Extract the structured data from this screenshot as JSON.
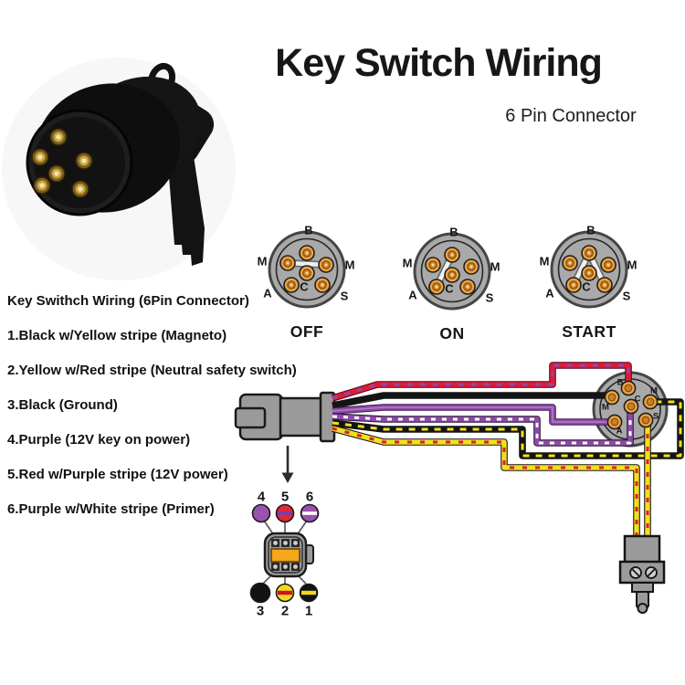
{
  "title": "Key Switch Wiring",
  "subtitle": "6 Pin Connector",
  "legend": {
    "heading": "Key Swithch Wiring (6Pin Connector)",
    "items": [
      "1.Black w/Yellow stripe (Magneto)",
      "2.Yellow w/Red stripe (Neutral safety switch)",
      "3.Black (Ground)",
      "4.Purple (12V key on power)",
      "5.Red w/Purple stripe (12V power)",
      "6.Purple w/White stripe (Primer)"
    ]
  },
  "pin_letters": {
    "b": "B",
    "m": "M",
    "a": "A",
    "s": "S",
    "c": "C"
  },
  "switch_positions": [
    {
      "label": "OFF",
      "bridged_pins": "M-M"
    },
    {
      "label": "ON",
      "bridged_pins": "B-A"
    },
    {
      "label": "START",
      "bridged_pins": "B-A and B-S"
    }
  ],
  "plug_pins": {
    "top": [
      "4",
      "5",
      "6"
    ],
    "bottom": [
      "3",
      "2",
      "1"
    ]
  },
  "harness_routes": {
    "red_w_purple_stripe": "B",
    "black": "M (left)",
    "purple": "A",
    "purple_w_white_stripe": "C",
    "black_w_yellow_stripe": "M (right)",
    "yellow_w_red_stripe": "S via neutral safety switch"
  },
  "colors": {
    "connector_gray": "#a9a9a9",
    "hardware_gray": "#9b9b9b",
    "pin_brass": "#efa33f",
    "wire_red": "#dd1b3a",
    "wire_purple": "#8c4ba6",
    "wire_black": "#141414",
    "wire_yellow": "#f2df1f",
    "stripe_white": "#ffffff",
    "plug_orange": "#f5a81c"
  }
}
